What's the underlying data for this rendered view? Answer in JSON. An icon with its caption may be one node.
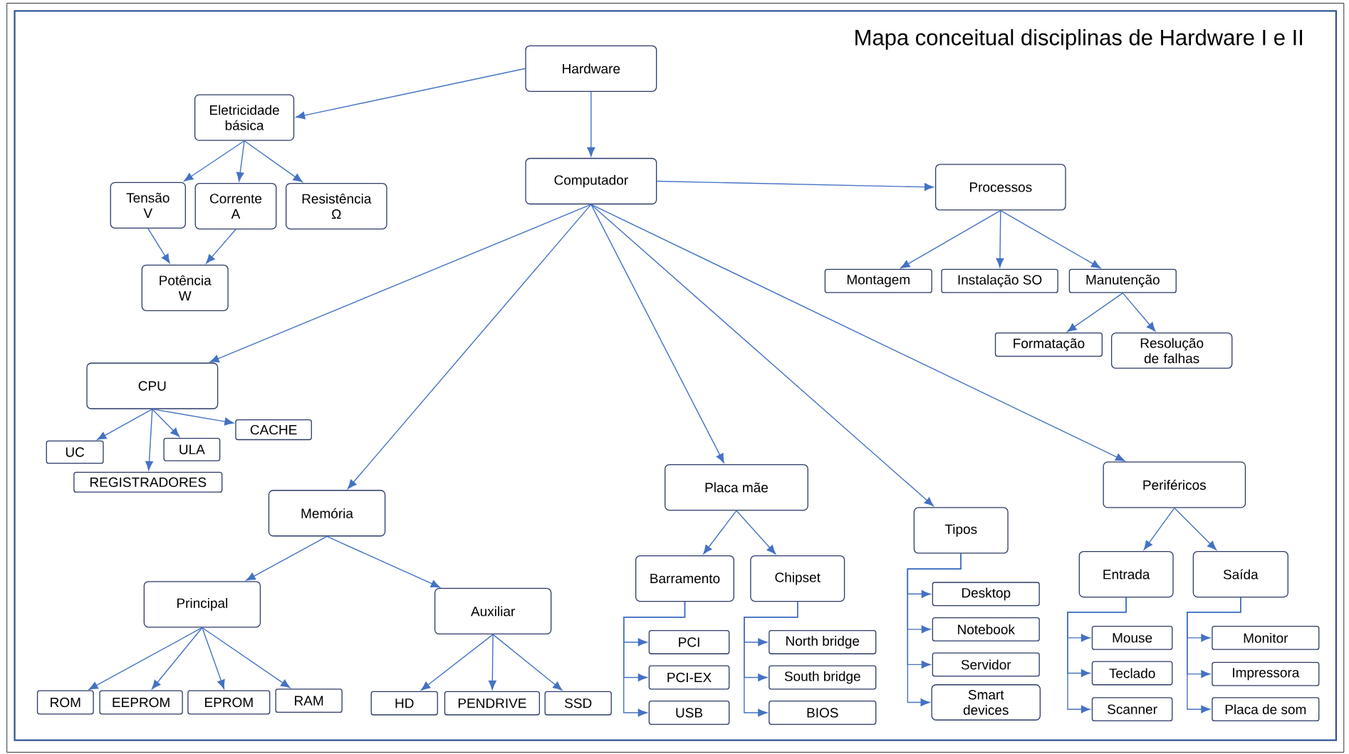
{
  "diagram": {
    "title": "Mapa conceitual disciplinas de Hardware I e II",
    "nodes": [
      {
        "text": [
          "Hardware"
        ]
      },
      {
        "text": [
          "Eletricidade básica"
        ]
      },
      {
        "text": [
          "Tensão V"
        ]
      },
      {
        "text": [
          "Corrente A"
        ]
      },
      {
        "text": [
          "Resistência Ω"
        ]
      },
      {
        "text": [
          "Potência W"
        ]
      },
      {
        "text": [
          "Computador"
        ]
      },
      {
        "text": [
          "Processos"
        ]
      },
      {
        "text": [
          "Montagem"
        ]
      },
      {
        "text": [
          "Instalação SO"
        ]
      },
      {
        "text": [
          "Manutenção"
        ]
      },
      {
        "text": [
          "Formatação"
        ]
      },
      {
        "text": [
          "Resolução de falhas"
        ]
      },
      {
        "text": [
          "CPU"
        ]
      },
      {
        "text": [
          "UC"
        ]
      },
      {
        "text": [
          "ULA"
        ]
      },
      {
        "text": [
          "CACHE"
        ]
      },
      {
        "text": [
          "REGISTRADORES"
        ]
      },
      {
        "text": [
          "Memória"
        ]
      },
      {
        "text": [
          "Principal"
        ]
      },
      {
        "text": [
          "Auxiliar"
        ]
      },
      {
        "text": [
          "ROM"
        ]
      },
      {
        "text": [
          "EEPROM"
        ]
      },
      {
        "text": [
          "EPROM"
        ]
      },
      {
        "text": [
          "RAM"
        ]
      },
      {
        "text": [
          "HD"
        ]
      },
      {
        "text": [
          "PENDRIVE"
        ]
      },
      {
        "text": [
          "SSD"
        ]
      },
      {
        "text": [
          "Placa mãe"
        ]
      },
      {
        "text": [
          "Barramento"
        ]
      },
      {
        "text": [
          "Chipset"
        ]
      },
      {
        "text": [
          "PCI"
        ]
      },
      {
        "text": [
          "PCI-EX"
        ]
      },
      {
        "text": [
          "USB"
        ]
      },
      {
        "text": [
          "North bridge"
        ]
      },
      {
        "text": [
          "South bridge"
        ]
      },
      {
        "text": [
          "BIOS"
        ]
      },
      {
        "text": [
          "Tipos"
        ]
      },
      {
        "text": [
          "Desktop"
        ]
      },
      {
        "text": [
          "Notebook"
        ]
      },
      {
        "text": [
          "Servidor"
        ]
      },
      {
        "text": [
          "Smart devices"
        ]
      },
      {
        "text": [
          "Periféricos"
        ]
      },
      {
        "text": [
          "Entrada"
        ]
      },
      {
        "text": [
          "Saída"
        ]
      },
      {
        "text": [
          "Mouse"
        ]
      },
      {
        "text": [
          "Teclado"
        ]
      },
      {
        "text": [
          "Scanner"
        ]
      },
      {
        "text": [
          "Monitor"
        ]
      },
      {
        "text": [
          "Impressora"
        ]
      },
      {
        "text": [
          "Placa de som"
        ]
      }
    ],
    "edges": [
      {
        "from": 0,
        "to": 1,
        "arrow": "to"
      },
      {
        "from": 0,
        "to": 6,
        "arrow": "to"
      },
      {
        "from": 1,
        "to": 2,
        "arrow": "to"
      },
      {
        "from": 1,
        "to": 3,
        "arrow": "to"
      },
      {
        "from": 1,
        "to": 4,
        "arrow": "to"
      },
      {
        "from": 2,
        "to": 5,
        "arrow": "to"
      },
      {
        "from": 3,
        "to": 5,
        "arrow": "to"
      },
      {
        "from": 6,
        "to": 7,
        "arrow": "to"
      },
      {
        "from": 7,
        "to": 8,
        "arrow": "to"
      },
      {
        "from": 7,
        "to": 9,
        "arrow": "to"
      },
      {
        "from": 7,
        "to": 10,
        "arrow": "to"
      },
      {
        "from": 10,
        "to": 11,
        "arrow": "to"
      },
      {
        "from": 10,
        "to": 12,
        "arrow": "to"
      },
      {
        "from": 6,
        "to": 13,
        "arrow": "to"
      },
      {
        "from": 6,
        "to": 18,
        "arrow": "to"
      },
      {
        "from": 6,
        "to": 28,
        "arrow": "to"
      },
      {
        "from": 6,
        "to": 37,
        "arrow": "to"
      },
      {
        "from": 6,
        "to": 42,
        "arrow": "to"
      },
      {
        "from": 13,
        "to": 14,
        "arrow": "to"
      },
      {
        "from": 13,
        "to": 17,
        "arrow": "to"
      },
      {
        "from": 13,
        "to": 15,
        "arrow": "to"
      },
      {
        "from": 13,
        "to": 16,
        "arrow": "to"
      },
      {
        "from": 18,
        "to": 19,
        "arrow": "to"
      },
      {
        "from": 18,
        "to": 20,
        "arrow": "to"
      },
      {
        "from": 19,
        "to": 21,
        "arrow": "to"
      },
      {
        "from": 19,
        "to": 22,
        "arrow": "to"
      },
      {
        "from": 19,
        "to": 23,
        "arrow": "to"
      },
      {
        "from": 19,
        "to": 24,
        "arrow": "to"
      },
      {
        "from": 20,
        "to": 25,
        "arrow": "to"
      },
      {
        "from": 20,
        "to": 26,
        "arrow": "to"
      },
      {
        "from": 20,
        "to": 27,
        "arrow": "to"
      },
      {
        "from": 28,
        "to": 29,
        "arrow": "to"
      },
      {
        "from": 28,
        "to": 30,
        "arrow": "to"
      },
      {
        "from": 29,
        "to": 31,
        "arrow": "to"
      },
      {
        "from": 29,
        "to": 32,
        "arrow": "to"
      },
      {
        "from": 29,
        "to": 33,
        "arrow": "to"
      },
      {
        "from": 30,
        "to": 34,
        "arrow": "to"
      },
      {
        "from": 30,
        "to": 35,
        "arrow": "to"
      },
      {
        "from": 30,
        "to": 36,
        "arrow": "to"
      },
      {
        "from": 37,
        "to": 38,
        "arrow": "to"
      },
      {
        "from": 37,
        "to": 39,
        "arrow": "to"
      },
      {
        "from": 37,
        "to": 40,
        "arrow": "to"
      },
      {
        "from": 37,
        "to": 41,
        "arrow": "to"
      },
      {
        "from": 42,
        "to": 43,
        "arrow": "to"
      },
      {
        "from": 42,
        "to": 44,
        "arrow": "to"
      },
      {
        "from": 43,
        "to": 45,
        "arrow": "to"
      },
      {
        "from": 43,
        "to": 46,
        "arrow": "to"
      },
      {
        "from": 43,
        "to": 47,
        "arrow": "to"
      },
      {
        "from": 44,
        "to": 48,
        "arrow": "to"
      },
      {
        "from": 44,
        "to": 49,
        "arrow": "to"
      },
      {
        "from": 44,
        "to": 50,
        "arrow": "to"
      }
    ]
  }
}
